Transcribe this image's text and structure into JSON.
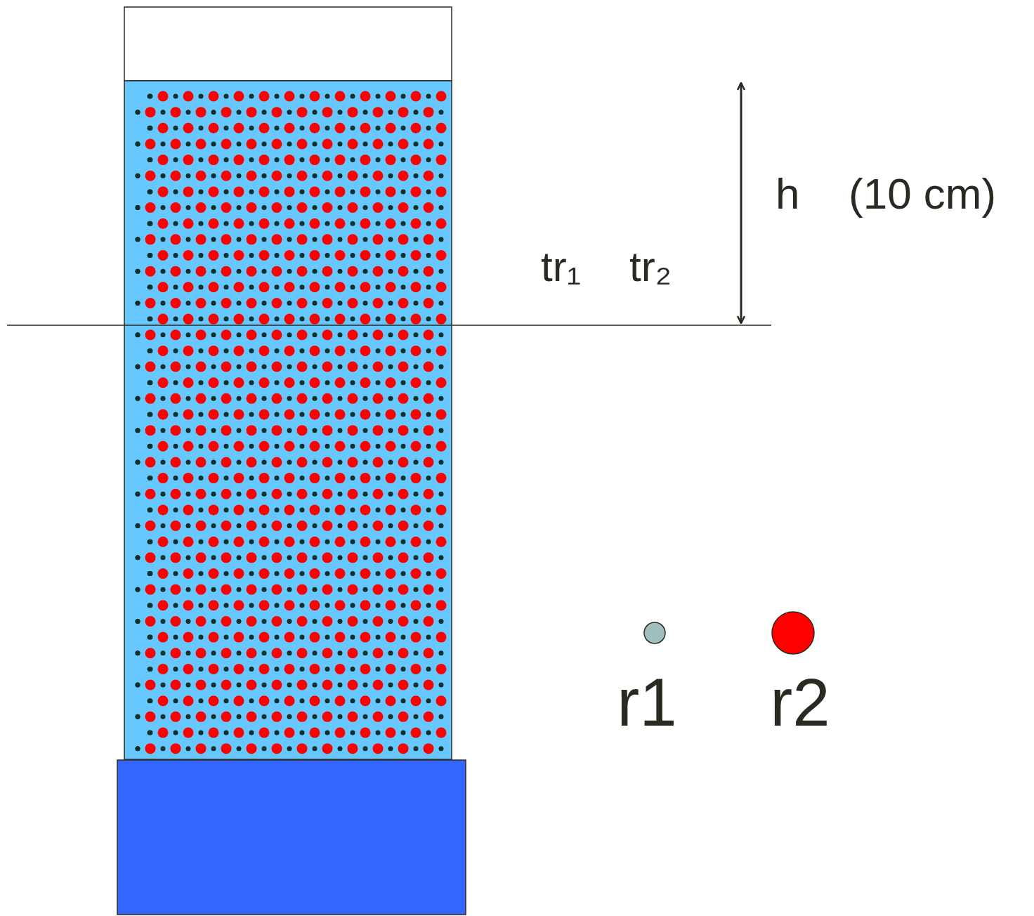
{
  "diagram": {
    "labels": [
      "h",
      "(10 cm)",
      "tr₁",
      "tr₂"
    ],
    "legend": [
      {
        "text": "r1",
        "color": "#9fbfbf"
      },
      {
        "text": "r2",
        "color": "#ff0000"
      }
    ]
  }
}
